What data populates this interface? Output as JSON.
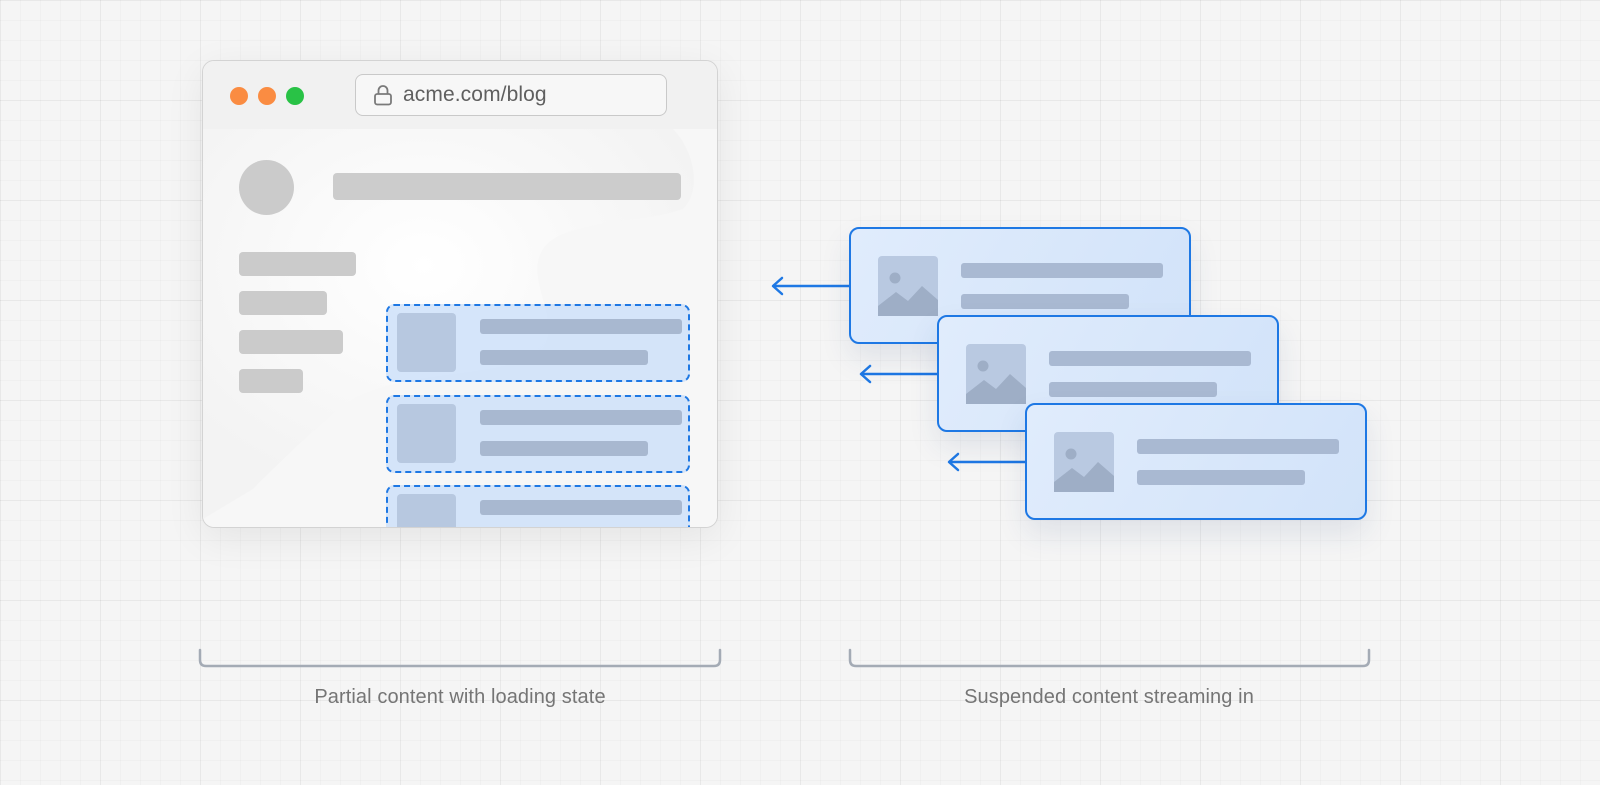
{
  "browser": {
    "url": "acme.com/blog",
    "window_controls": [
      {
        "name": "close",
        "color": "#fa8c42"
      },
      {
        "name": "minimize",
        "color": "#fa8c42"
      },
      {
        "name": "maximize",
        "color": "#29c246"
      }
    ]
  },
  "colors": {
    "accent": "#1e78e4",
    "skeleton_gray": "#cbcbcb",
    "skeleton_blue": "#a8b8d0",
    "caption": "#757575"
  },
  "icons": {
    "lock": "lock-icon",
    "image": "image-placeholder-icon",
    "arrow": "arrow-left-icon"
  },
  "captions": {
    "left": "Partial content with loading state",
    "right": "Suspended content streaming in"
  }
}
